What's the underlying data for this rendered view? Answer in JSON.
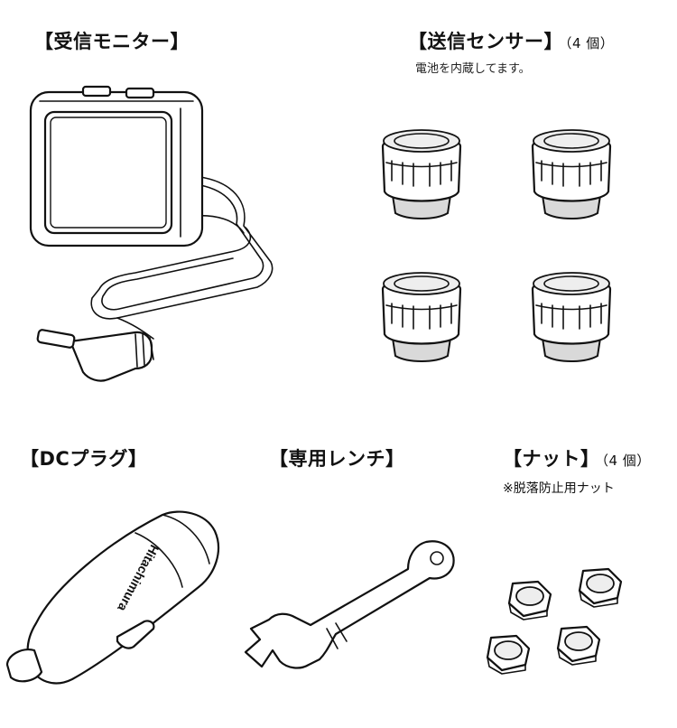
{
  "monitor": {
    "title": "【受信モニター】"
  },
  "sensor": {
    "title": "【送信センサー】",
    "count": "（4 個）",
    "note": "電池を内蔵してます。"
  },
  "dc_plug": {
    "title": "【DCプラグ】",
    "brand_text": "Hitachimura"
  },
  "wrench": {
    "title": "【専用レンチ】"
  },
  "nut": {
    "title": "【ナット】",
    "count": "（4 個）",
    "note": "※脱落防止用ナット"
  }
}
